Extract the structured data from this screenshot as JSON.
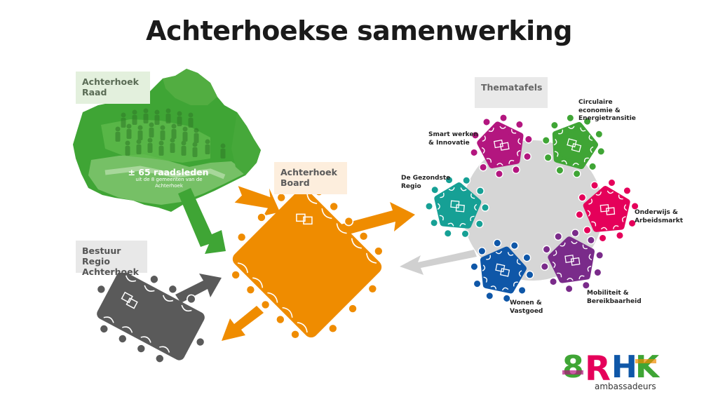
{
  "title": "Achterhoekse samenwerking",
  "raad": {
    "label": "Achterhoek\nRaad",
    "count_text": "± 65 raadsleden",
    "sub_text": "uit de 8 gemeenten van de\nAchterhoek",
    "color": "#3fa535"
  },
  "board": {
    "label": "Achterhoek\nBoard",
    "color": "#ef8c00"
  },
  "bestuur": {
    "label": "Bestuur Regio\nAchterhoek",
    "color": "#5a5a5a"
  },
  "thematafels": {
    "label": "Thematafels",
    "tables": [
      {
        "name": "Smart werken\n& Innovatie",
        "color": "#b3167f"
      },
      {
        "name": "Circulaire\neconomie &\nEnergietransitie",
        "color": "#3fa535"
      },
      {
        "name": "De Gezondste\nRegio",
        "color": "#16a095"
      },
      {
        "name": "Onderwijs &\nArbeidsmarkt",
        "color": "#e5005a"
      },
      {
        "name": "Wonen &\nVastgoed",
        "color": "#0f57a8"
      },
      {
        "name": "Mobiliteit &\nBereikbaarheid",
        "color": "#7a2b8a"
      }
    ]
  },
  "logo": {
    "mark": "8RHK",
    "subtitle": "ambassadeurs"
  }
}
